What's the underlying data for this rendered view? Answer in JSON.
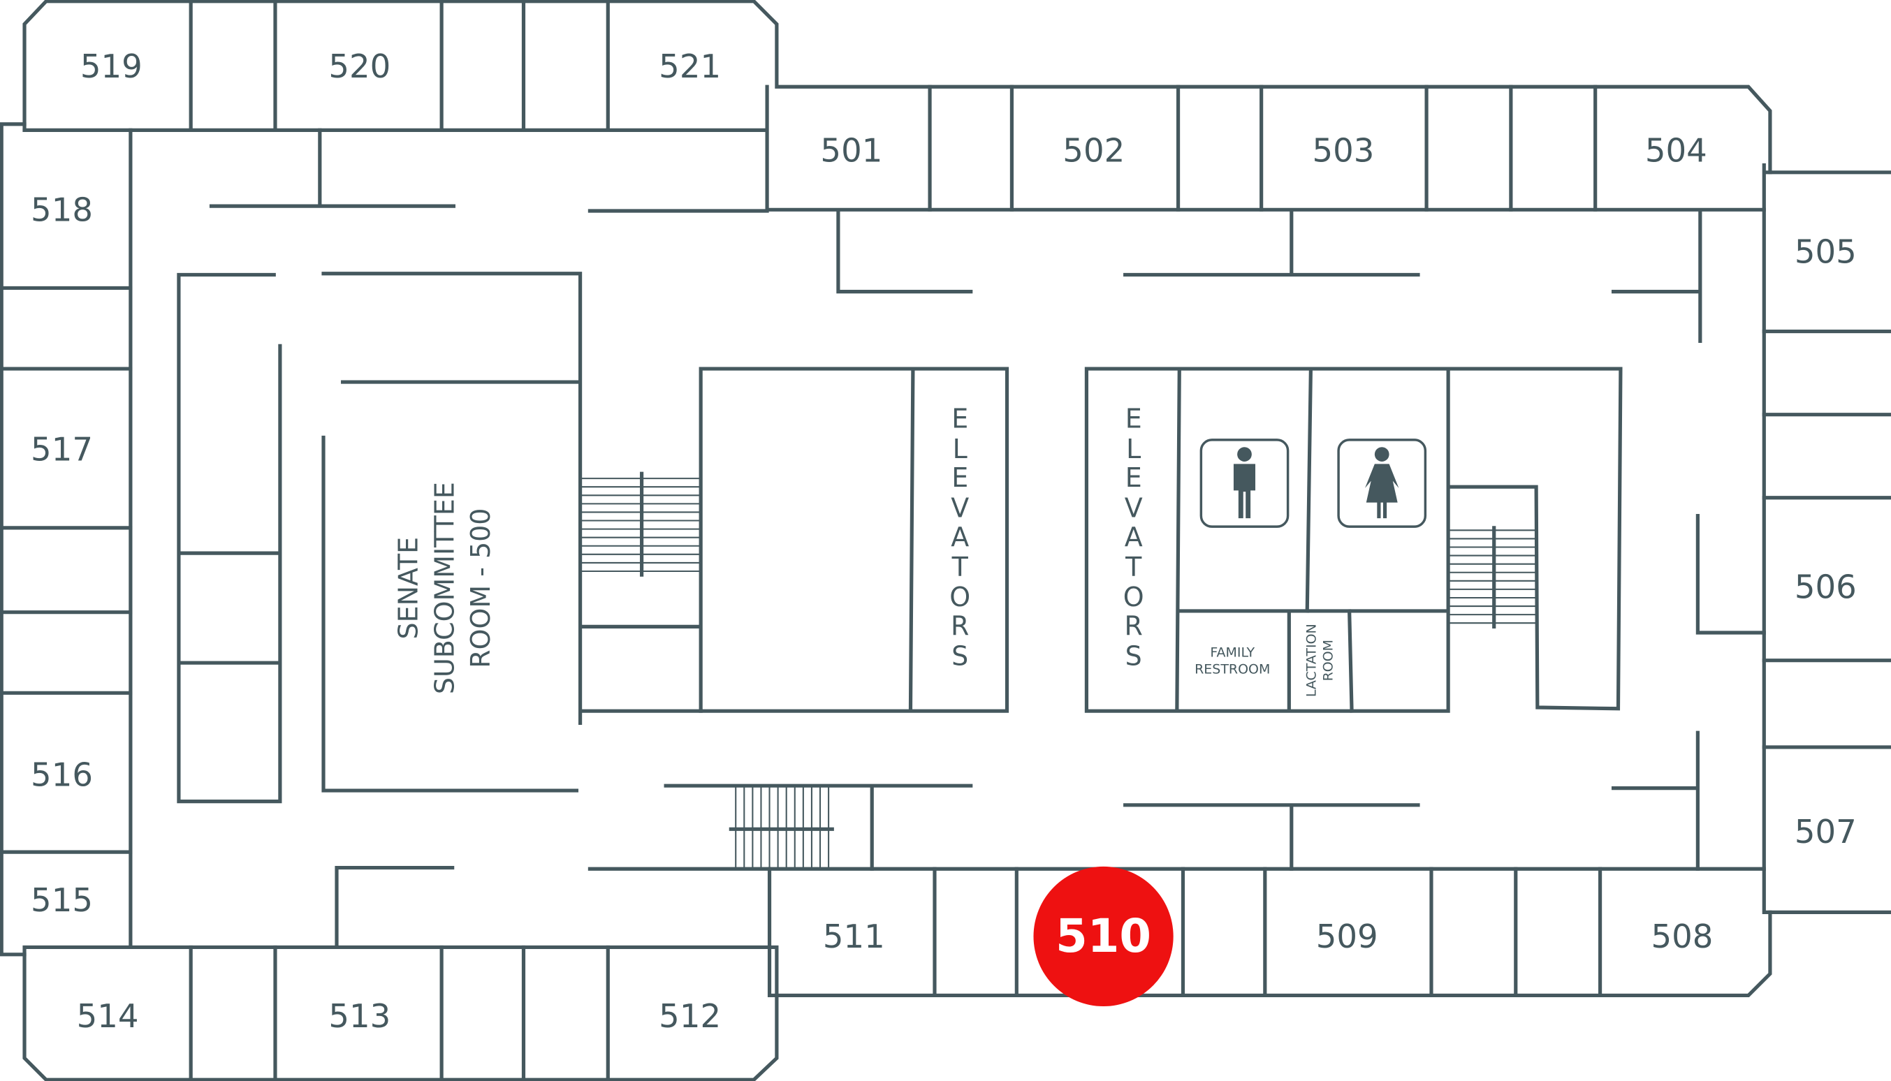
{
  "floor_map": {
    "colors": {
      "walls": "#45585e",
      "highlight": "#ee1111",
      "background": "#ffffff"
    },
    "highlighted_room": "510",
    "rooms": {
      "r519": "519",
      "r520": "520",
      "r521": "521",
      "r501": "501",
      "r502": "502",
      "r503": "503",
      "r504": "504",
      "r505": "505",
      "r506": "506",
      "r507": "507",
      "r508": "508",
      "r509": "509",
      "r510": "510",
      "r511": "511",
      "r512": "512",
      "r513": "513",
      "r514": "514",
      "r515": "515",
      "r516": "516",
      "r517": "517",
      "r518": "518"
    },
    "senate": {
      "line1": "SENATE",
      "line2": "SUBCOMMITTEE",
      "line3": "ROOM - 500"
    },
    "elevators_label": "ELEVATORS",
    "family_restroom": {
      "line1": "FAMILY",
      "line2": "RESTROOM"
    },
    "lactation": {
      "line1": "LACTATION",
      "line2": "ROOM"
    },
    "icons": [
      "mens-restroom-icon",
      "womens-restroom-icon",
      "stairs-icon"
    ]
  }
}
